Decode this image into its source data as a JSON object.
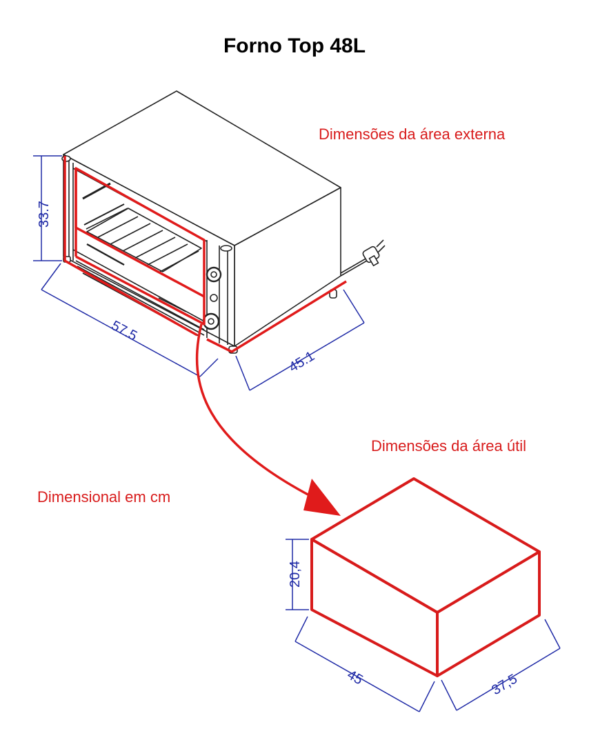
{
  "title": "Forno Top 48L",
  "labels": {
    "external": "Dimensões da área externa",
    "useful": "Dimensões da área útil",
    "units": "Dimensional em cm"
  },
  "external_dimensions": {
    "height": "33.7",
    "width": "57.5",
    "depth": "45.1"
  },
  "useful_dimensions": {
    "height": "20,4",
    "width": "45",
    "depth": "37,5"
  },
  "colors": {
    "highlight": "#e01b1b",
    "dimension": "#1f2aa6",
    "outline": "#222222"
  }
}
